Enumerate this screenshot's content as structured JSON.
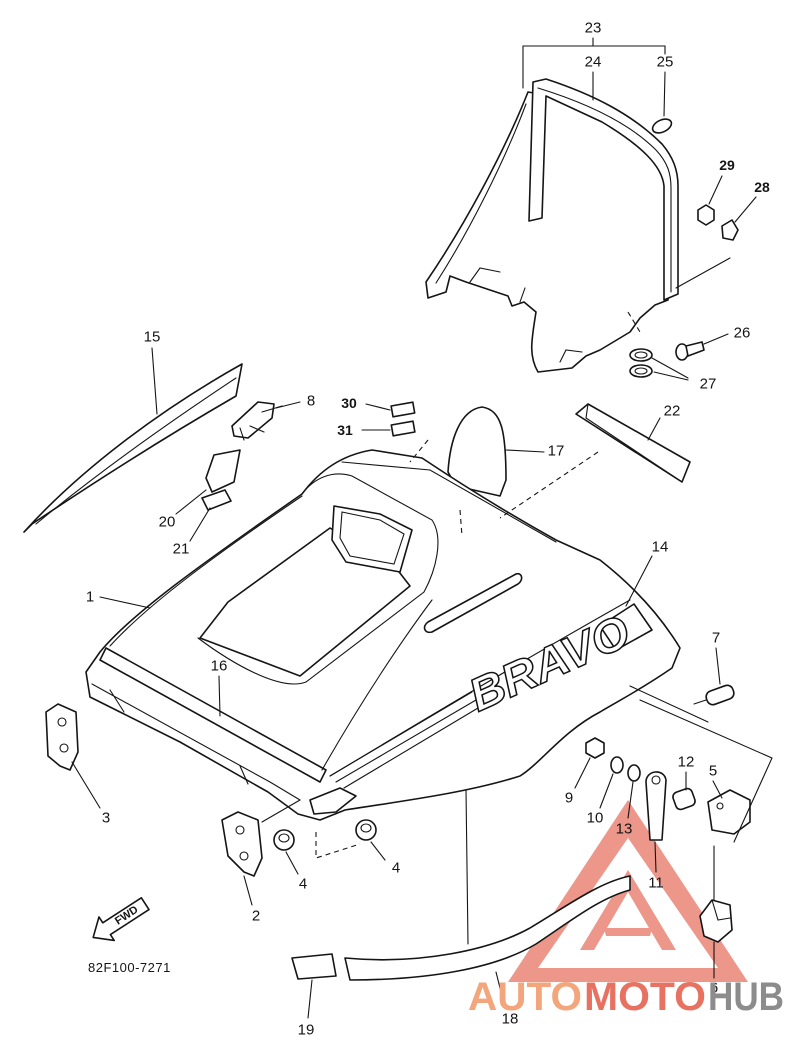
{
  "diagram": {
    "code": "82F100-7271",
    "fwd_label": "FWD",
    "decal_text": "BRAVO"
  },
  "callouts": {
    "c1": "1",
    "c2": "2",
    "c3": "3",
    "c4a": "4",
    "c4b": "4",
    "c5": "5",
    "c6": "6",
    "c7": "7",
    "c8": "8",
    "c9": "9",
    "c10": "10",
    "c11": "11",
    "c12": "12",
    "c13": "13",
    "c14": "14",
    "c15": "15",
    "c16": "16",
    "c17": "17",
    "c18": "18",
    "c19": "19",
    "c20": "20",
    "c21": "21",
    "c22": "22",
    "c23": "23",
    "c24": "24",
    "c25": "25",
    "c26": "26",
    "c27": "27",
    "c28": "28",
    "c29": "29",
    "c30": "30",
    "c31": "31"
  },
  "watermark": {
    "part1": "AUTO",
    "part2": "MOTO",
    "part3": "HUB"
  },
  "colors": {
    "line": "#151515",
    "watermark_red": "#e2503c",
    "watermark_orange": "#f3a57c",
    "watermark_gray": "#8c8c8c"
  }
}
